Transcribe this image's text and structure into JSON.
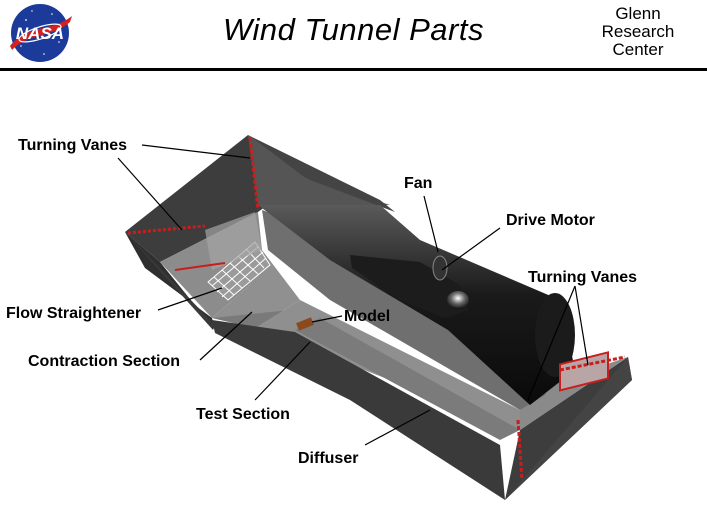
{
  "header": {
    "logo_text": "NASA",
    "title": "Wind Tunnel Parts",
    "center_lines": [
      "Glenn",
      "Research",
      "Center"
    ]
  },
  "labels": {
    "turning_vanes_left": "Turning Vanes",
    "fan": "Fan",
    "drive_motor": "Drive  Motor",
    "turning_vanes_right": "Turning Vanes",
    "flow_straightener": "Flow Straightener",
    "model": "Model",
    "contraction_section": "Contraction Section",
    "test_section": "Test Section",
    "diffuser": "Diffuser"
  },
  "colors": {
    "structure_dark": "#3d3d3d",
    "structure_mid": "#7a7a7a",
    "structure_floor": "#9a9a9a",
    "vane_red": "#c81e1e",
    "model_brown": "#8b4a1e",
    "nasa_blue": "#1c3a9a",
    "nasa_red": "#d4201f"
  }
}
